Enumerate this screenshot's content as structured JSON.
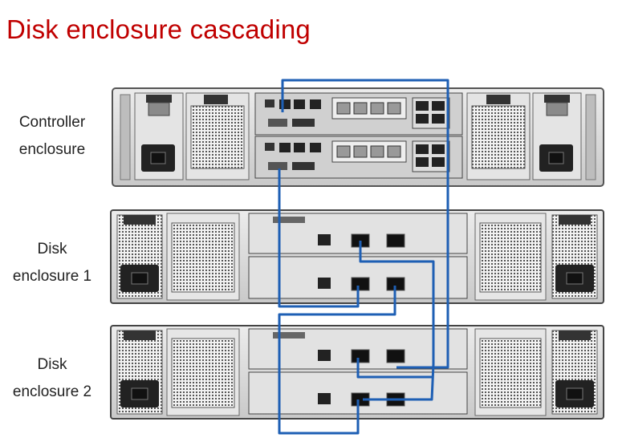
{
  "title": "Disk enclosure cascading",
  "labels": {
    "controller": [
      "Controller",
      "enclosure"
    ],
    "disk1": [
      "Disk",
      "enclosure 1"
    ],
    "disk2": [
      "Disk",
      "enclosure 2"
    ]
  },
  "colors": {
    "title": "#c00000",
    "cable": "#1e5fb4",
    "chassis": "#d9d9d9",
    "chassis_dark": "#3a3a3a"
  },
  "enclosures": [
    "controller-enclosure",
    "disk-enclosure-1",
    "disk-enclosure-2"
  ],
  "cable_connections": [
    [
      "controller-enclosure",
      "disk-enclosure-1"
    ],
    [
      "disk-enclosure-1",
      "disk-enclosure-2"
    ],
    [
      "controller-enclosure",
      "disk-enclosure-2"
    ]
  ]
}
